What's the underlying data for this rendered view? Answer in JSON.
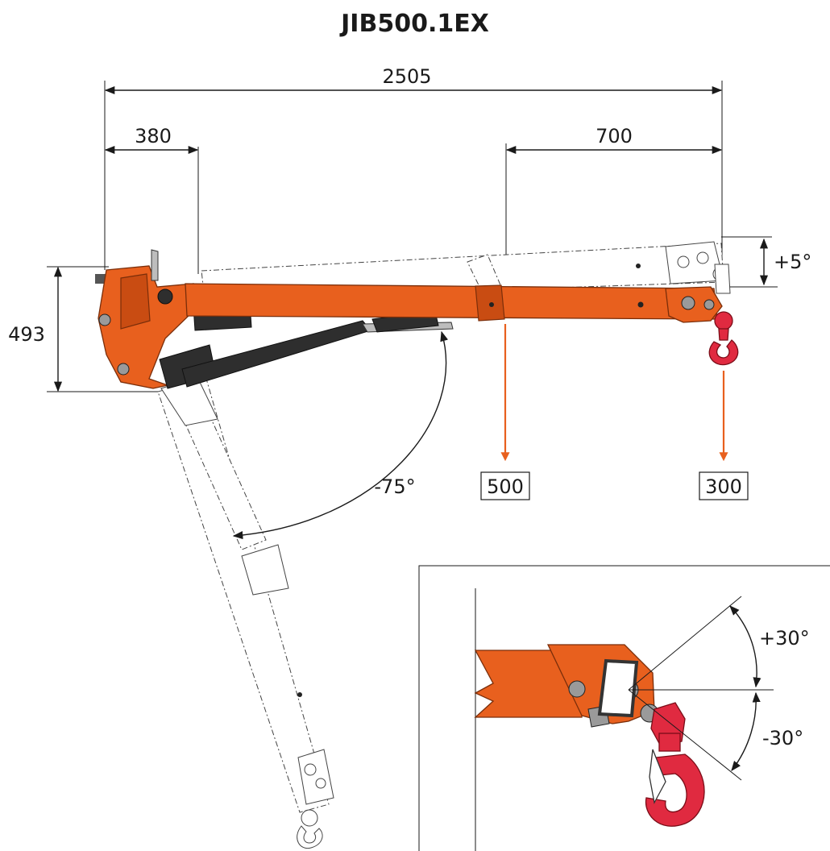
{
  "title": "JIB500.1EX",
  "dimensions": {
    "overall_length": "2505",
    "base_offset": "380",
    "tip_extension": "700",
    "height": "493"
  },
  "angles": {
    "boom_up": "+5°",
    "boom_down": "-75°",
    "hook_up": "+30°",
    "hook_down": "-30°"
  },
  "loads": {
    "retracted": "500",
    "extended": "300"
  },
  "colors": {
    "boom": "#e8601e",
    "hook": "#e02a40",
    "actuator": "#2e2e2e"
  }
}
